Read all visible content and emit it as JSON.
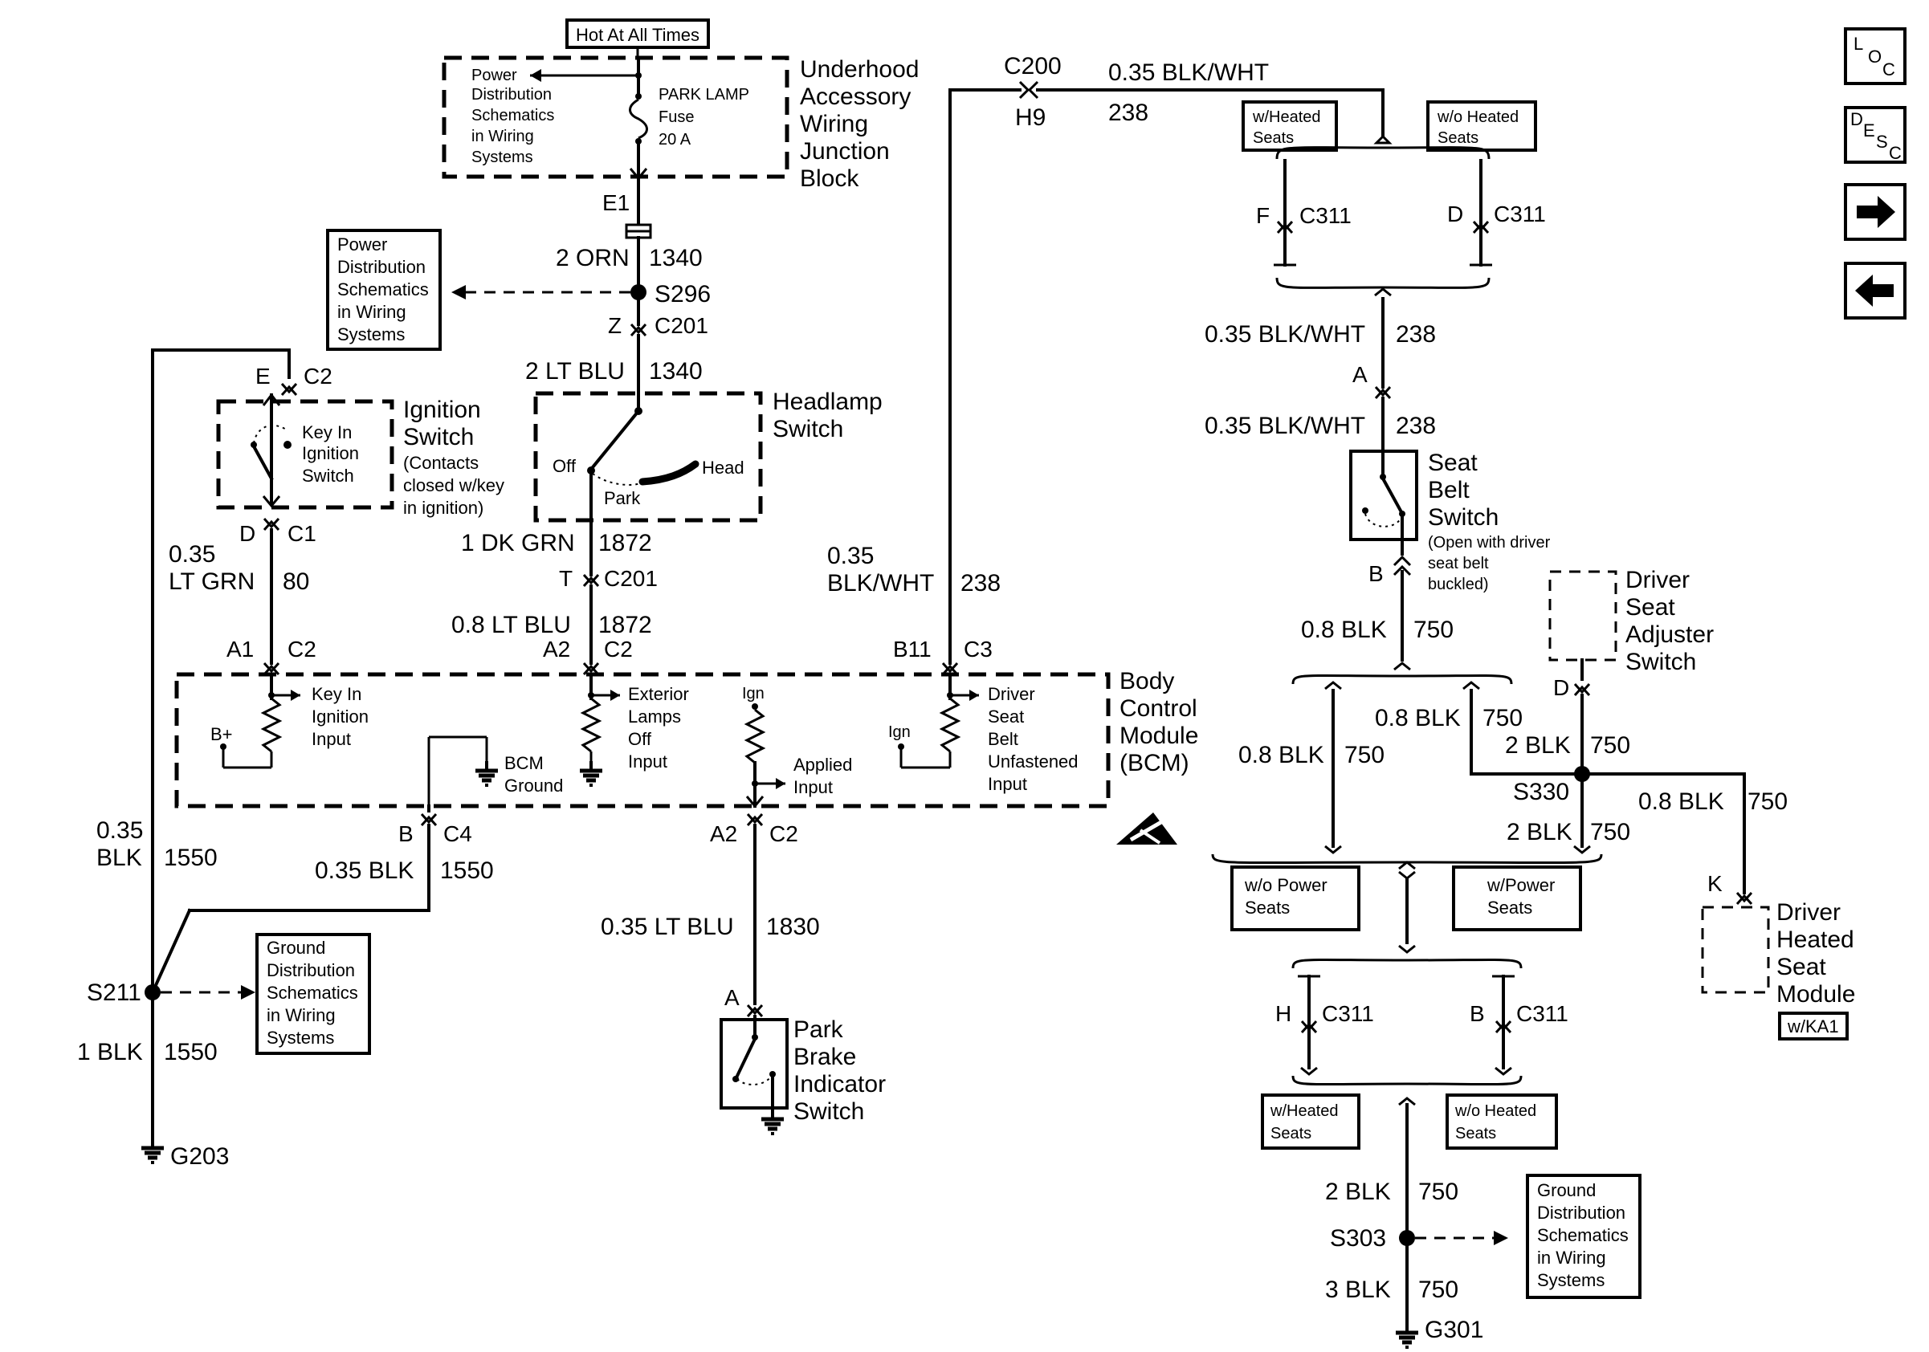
{
  "fuse_block": {
    "hot_label": "Hot At All Times",
    "pd_ref": [
      "Power",
      "Distribution",
      "Schematics",
      "in Wiring",
      "Systems"
    ],
    "fuse": [
      "PARK LAMP",
      "Fuse",
      "20 A"
    ],
    "name": [
      "Underhood",
      "Accessory",
      "Wiring",
      "Junction",
      "Block"
    ],
    "connector": "E1"
  },
  "pd_ref_left": [
    "Power",
    "Distribution",
    "Schematics",
    "in Wiring",
    "Systems"
  ],
  "wire_orn": {
    "gauge": "2 ORN",
    "circuit": "1340"
  },
  "splice_s296": "S296",
  "conn_z": {
    "pin": "Z",
    "name": "C201"
  },
  "wire_ltblu_1340": {
    "gauge": "2 LT BLU",
    "circuit": "1340"
  },
  "headlamp_switch": {
    "name": [
      "Headlamp",
      "Switch"
    ],
    "off": "Off",
    "park": "Park",
    "head": "Head"
  },
  "wire_dkgrn": {
    "gauge": "1 DK GRN",
    "circuit": "1872"
  },
  "conn_t": {
    "pin": "T",
    "name": "C201"
  },
  "wire_ltblu_1872": {
    "gauge": "0.8 LT BLU",
    "circuit": "1872"
  },
  "ignition_switch": {
    "conn_top": {
      "pin": "E",
      "name": "C2"
    },
    "inner": [
      "Key In",
      "Ignition",
      "Switch"
    ],
    "name": [
      "Ignition",
      "Switch"
    ],
    "note": [
      "(Contacts",
      "closed w/key",
      "in ignition)"
    ],
    "conn_bottom": {
      "pin": "D",
      "name": "C1"
    }
  },
  "wire_ltgrn": {
    "gauge": [
      "0.35",
      "LT GRN"
    ],
    "circuit": "80"
  },
  "c200": {
    "name": "C200",
    "pin": "H9"
  },
  "wire_top": {
    "gauge": "0.35 BLK/WHT",
    "circuit": "238"
  },
  "wire_blkwht_left": {
    "gauge": [
      "0.35",
      "BLK/WHT"
    ],
    "circuit": "238"
  },
  "bcm": {
    "name": [
      "Body",
      "Control",
      "Module",
      "(BCM)"
    ],
    "pins": [
      {
        "pin": "A1",
        "name": "C2"
      },
      {
        "pin": "A2",
        "name": "C2"
      },
      {
        "pin": "B11",
        "name": "C3"
      },
      {
        "pin": "B",
        "name": "C4"
      },
      {
        "pin": "A2",
        "name": "C2"
      }
    ],
    "key_in_input": [
      "Key In",
      "Ignition",
      "Input"
    ],
    "bplus": "B+",
    "bcm_ground": [
      "BCM",
      "Ground"
    ],
    "ext_lamps": [
      "Exterior",
      "Lamps",
      "Off",
      "Input"
    ],
    "ign1": "Ign",
    "applied": [
      "Applied",
      "Input"
    ],
    "ign2": "Ign",
    "seatbelt_input": [
      "Driver",
      "Seat",
      "Belt",
      "Unfastened",
      "Input"
    ]
  },
  "wire_blk_1550_a": {
    "gauge": [
      "0.35",
      "BLK"
    ],
    "circuit": "1550"
  },
  "wire_blk_1550_b": {
    "gauge": "0.35 BLK",
    "circuit": "1550"
  },
  "splice_s211": "S211",
  "gd_ref_left": [
    "Ground",
    "Distribution",
    "Schematics",
    "in Wiring",
    "Systems"
  ],
  "wire_1blk_1550": {
    "gauge": "1 BLK",
    "circuit": "1550"
  },
  "ground_g203": "G203",
  "wire_ltblu_1830": {
    "gauge": "0.35 LT BLU",
    "circuit": "1830"
  },
  "park_brake": {
    "pin": "A",
    "name": [
      "Park",
      "Brake",
      "Indicator",
      "Switch"
    ]
  },
  "heated_top": {
    "with": [
      "w/Heated",
      "Seats"
    ],
    "without": [
      "w/o Heated",
      "Seats"
    ]
  },
  "c311_top": [
    {
      "pin": "F",
      "name": "C311"
    },
    {
      "pin": "D",
      "name": "C311"
    }
  ],
  "wire_blkwht_r1": {
    "gauge": "0.35 BLK/WHT",
    "circuit": "238"
  },
  "seat_belt_pin_a": "A",
  "wire_blkwht_r2": {
    "gauge": "0.35 BLK/WHT",
    "circuit": "238"
  },
  "seat_belt_switch": {
    "name": [
      "Seat",
      "Belt",
      "Switch"
    ],
    "note": [
      "(Open with driver",
      "seat belt",
      "buckled)"
    ],
    "pin_b": "B"
  },
  "wire_08blk_a": {
    "gauge": "0.8 BLK",
    "circuit": "750"
  },
  "wire_08blk_b": {
    "gauge": "0.8 BLK",
    "circuit": "750"
  },
  "wire_08blk_c": {
    "gauge": "0.8 BLK",
    "circuit": "750"
  },
  "driver_seat_adjuster": {
    "name": [
      "Driver",
      "Seat",
      "Adjuster",
      "Switch"
    ],
    "pin": "D"
  },
  "wire_2blk_a": {
    "gauge": "2 BLK",
    "circuit": "750"
  },
  "splice_s330": "S330",
  "wire_2blk_b": {
    "gauge": "2 BLK",
    "circuit": "750"
  },
  "wire_08blk_d": {
    "gauge": "0.8 BLK",
    "circuit": "750"
  },
  "power_seats": {
    "without": [
      "w/o  Power",
      "Seats"
    ],
    "with": [
      "w/Power",
      "Seats"
    ]
  },
  "driver_heated_seat": {
    "pin": "K",
    "name": [
      "Driver",
      "Heated",
      "Seat",
      "Module"
    ],
    "option": "w/KA1"
  },
  "c311_bottom": [
    {
      "pin": "H",
      "name": "C311"
    },
    {
      "pin": "B",
      "name": "C311"
    }
  ],
  "heated_bottom": {
    "with": [
      "w/Heated",
      "Seats"
    ],
    "without": [
      "w/o Heated",
      "Seats"
    ]
  },
  "wire_2blk_c": {
    "gauge": "2 BLK",
    "circuit": "750"
  },
  "splice_s303": "S303",
  "gd_ref_right": [
    "Ground",
    "Distribution",
    "Schematics",
    "in Wiring",
    "Systems"
  ],
  "wire_3blk": {
    "gauge": "3 BLK",
    "circuit": "750"
  },
  "ground_g301": "G301",
  "nav": {
    "loc": [
      "L",
      "O",
      "C"
    ],
    "desc": [
      "D",
      "E",
      "S",
      "C"
    ]
  }
}
